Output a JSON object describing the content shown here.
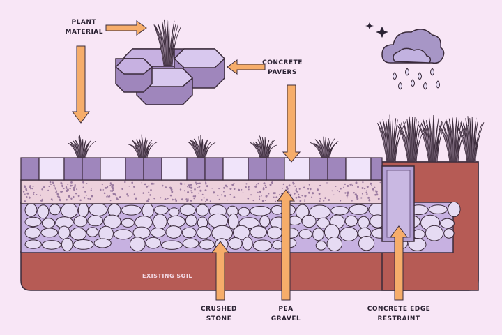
{
  "labels": {
    "plant_material": [
      "PLANT",
      "MATERIAL"
    ],
    "concrete_pavers": [
      "CONCRETE",
      "PAVERS"
    ],
    "existing_soil": "EXISTING SOIL",
    "crushed_stone": [
      "CRUSHED",
      "STONE"
    ],
    "pea_gravel": [
      "PEA",
      "GRAVEL"
    ],
    "concrete_edge_restraint": [
      "CONCRETE EDGE",
      "RESTRAINT"
    ]
  },
  "colors": {
    "background": "#f8e6f6",
    "soil": "#b65b55",
    "paver_dark": "#9f86bc",
    "paver_light": "#f0e4fa",
    "pea_gravel": "#edd1dc",
    "crushed_stone": "#c7b1e1",
    "arrow": "#f6ad6a",
    "grass": "#8e7a8f",
    "cloud": "#a796c6"
  }
}
